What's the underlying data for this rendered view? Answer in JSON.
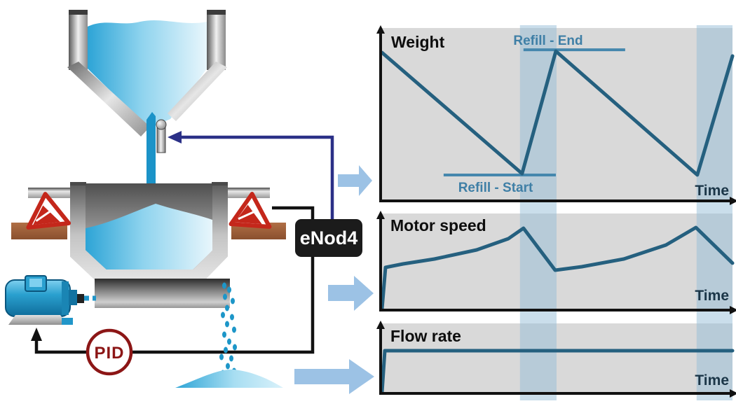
{
  "diagram": {
    "controller_label": "eNod4",
    "pid_label": "PID",
    "components": [
      "storage-hopper",
      "refill-valve",
      "level-sensor",
      "material-stream",
      "weigh-hopper",
      "load-cell-left",
      "load-cell-right",
      "screw-feeder",
      "motor",
      "falling-material",
      "material-pile",
      "pid-controller",
      "enod4-controller",
      "valve-command-arrow",
      "weight-signal-wire",
      "motor-command-wire",
      "flow-arrow-weight",
      "flow-arrow-motor-speed",
      "flow-arrow-flow-rate"
    ]
  },
  "chart_data": [
    {
      "type": "line",
      "title": "Weight",
      "xlabel": "Time",
      "ylabel": "",
      "refill_bands": [
        [
          0.396,
          0.5
        ],
        [
          0.898,
          1.0
        ]
      ],
      "annotations": [
        {
          "label": "Refill - End",
          "line_y": 0.874,
          "line_x": [
            0.406,
            0.695
          ]
        },
        {
          "label": "Refill - Start",
          "line_y": 0.15,
          "line_x": [
            0.179,
            0.498
          ]
        }
      ],
      "series": [
        {
          "name": "weight",
          "points": [
            [
              0.004,
              0.858
            ],
            [
              0.402,
              0.158
            ],
            [
              0.498,
              0.866
            ],
            [
              0.9,
              0.15
            ],
            [
              1.0,
              0.838
            ]
          ]
        }
      ]
    },
    {
      "type": "line",
      "title": "Motor speed",
      "xlabel": "Time",
      "ylabel": "",
      "refill_bands": [
        [
          0.396,
          0.5
        ],
        [
          0.898,
          1.0
        ]
      ],
      "annotations": [],
      "series": [
        {
          "name": "motor-speed",
          "points": [
            [
              0.004,
              0.014
            ],
            [
              0.014,
              0.442
            ],
            [
              0.064,
              0.478
            ],
            [
              0.153,
              0.529
            ],
            [
              0.273,
              0.623
            ],
            [
              0.363,
              0.739
            ],
            [
              0.406,
              0.848
            ],
            [
              0.496,
              0.413
            ],
            [
              0.572,
              0.449
            ],
            [
              0.691,
              0.529
            ],
            [
              0.811,
              0.674
            ],
            [
              0.896,
              0.855
            ],
            [
              1.0,
              0.486
            ]
          ]
        }
      ]
    },
    {
      "type": "line",
      "title": "Flow rate",
      "xlabel": "Time",
      "ylabel": "",
      "refill_bands": [
        [
          0.396,
          0.5
        ],
        [
          0.898,
          1.0
        ]
      ],
      "annotations": [],
      "series": [
        {
          "name": "flow-rate",
          "points": [
            [
              0.004,
              0.02
            ],
            [
              0.012,
              0.61
            ],
            [
              1.0,
              0.61
            ]
          ]
        }
      ]
    }
  ],
  "colors": {
    "chart_bg": "#d9d9d9",
    "refill_band": "rgba(150,190,215,0.5)",
    "series_line": "#25607f",
    "annotation": "#4587ad",
    "annotation_text": "#3f7fa6",
    "axis": "#111111",
    "title_text": "#0d0d0d",
    "time_text": "#1b3648",
    "arrow_fill": "#9cc2e5",
    "navy": "#2b3087",
    "pid_red": "#8c1616",
    "material_blue": "#2da4d6",
    "wire_black": "#111111"
  }
}
